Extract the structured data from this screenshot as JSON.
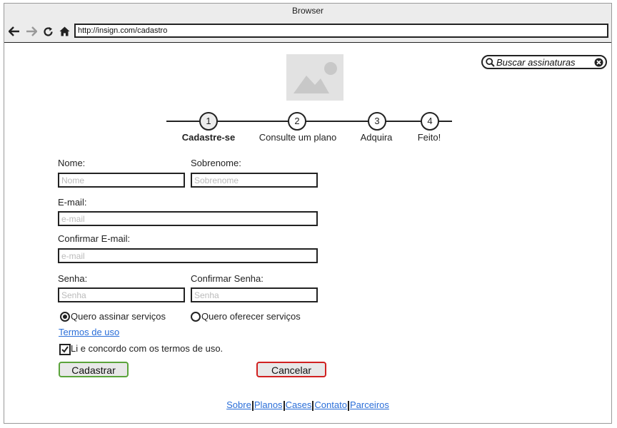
{
  "browser": {
    "title": "Browser",
    "url": "http://insign.com/cadastro"
  },
  "search": {
    "placeholder": "Buscar assinaturas"
  },
  "steps": [
    {
      "number": "1",
      "label": "Cadastre-se",
      "active": true
    },
    {
      "number": "2",
      "label": "Consulte um plano",
      "active": false
    },
    {
      "number": "3",
      "label": "Adquira",
      "active": false
    },
    {
      "number": "4",
      "label": "Feito!",
      "active": false
    }
  ],
  "form": {
    "nome_label": "Nome:",
    "nome_placeholder": "Nome",
    "sobrenome_label": "Sobrenome:",
    "sobrenome_placeholder": "Sobrenome",
    "email_label": "E-mail:",
    "email_placeholder": "e-mail",
    "confirm_email_label": "Confirmar E-mail:",
    "confirm_email_placeholder": "e-mail",
    "senha_label": "Senha:",
    "senha_placeholder": "Senha",
    "confirm_senha_label": "Confirmar Senha:",
    "confirm_senha_placeholder": "Senha",
    "radio_assinar": "Quero assinar serviços",
    "radio_oferecer": "Quero oferecer serviços",
    "terms_link": "Termos de uso",
    "terms_check": "Li e concordo com os termos de uso.",
    "submit": "Cadastrar",
    "cancel": "Cancelar"
  },
  "footer": {
    "links": [
      "Sobre",
      "Planos",
      "Cases",
      "Contato",
      "Parceiros"
    ]
  }
}
